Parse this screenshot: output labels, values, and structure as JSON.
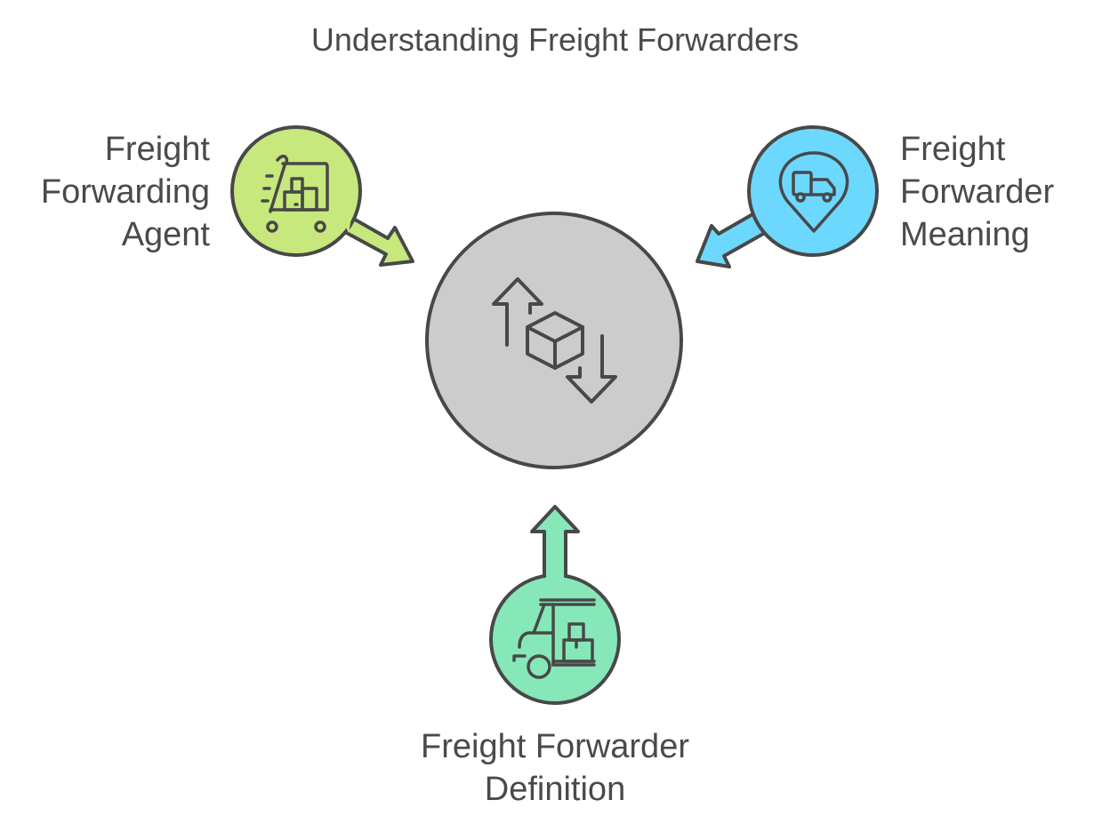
{
  "title": "Understanding Freight Forwarders",
  "center": {
    "label": "",
    "icon": "box-exchange-icon",
    "color": "#cccccc"
  },
  "nodes": [
    {
      "id": "agent",
      "lines": [
        "Freight",
        "Forwarding",
        "Agent"
      ],
      "icon": "luggage-cart-icon",
      "color": "#c7e87c"
    },
    {
      "id": "meaning",
      "lines": [
        "Freight",
        "Forwarder",
        "Meaning"
      ],
      "icon": "truck-location-pin-icon",
      "color": "#6dd8fd"
    },
    {
      "id": "definition",
      "lines": [
        "Freight Forwarder",
        "Definition"
      ],
      "icon": "forklift-icon",
      "color": "#86e8b8"
    }
  ],
  "stroke_color": "#484848"
}
